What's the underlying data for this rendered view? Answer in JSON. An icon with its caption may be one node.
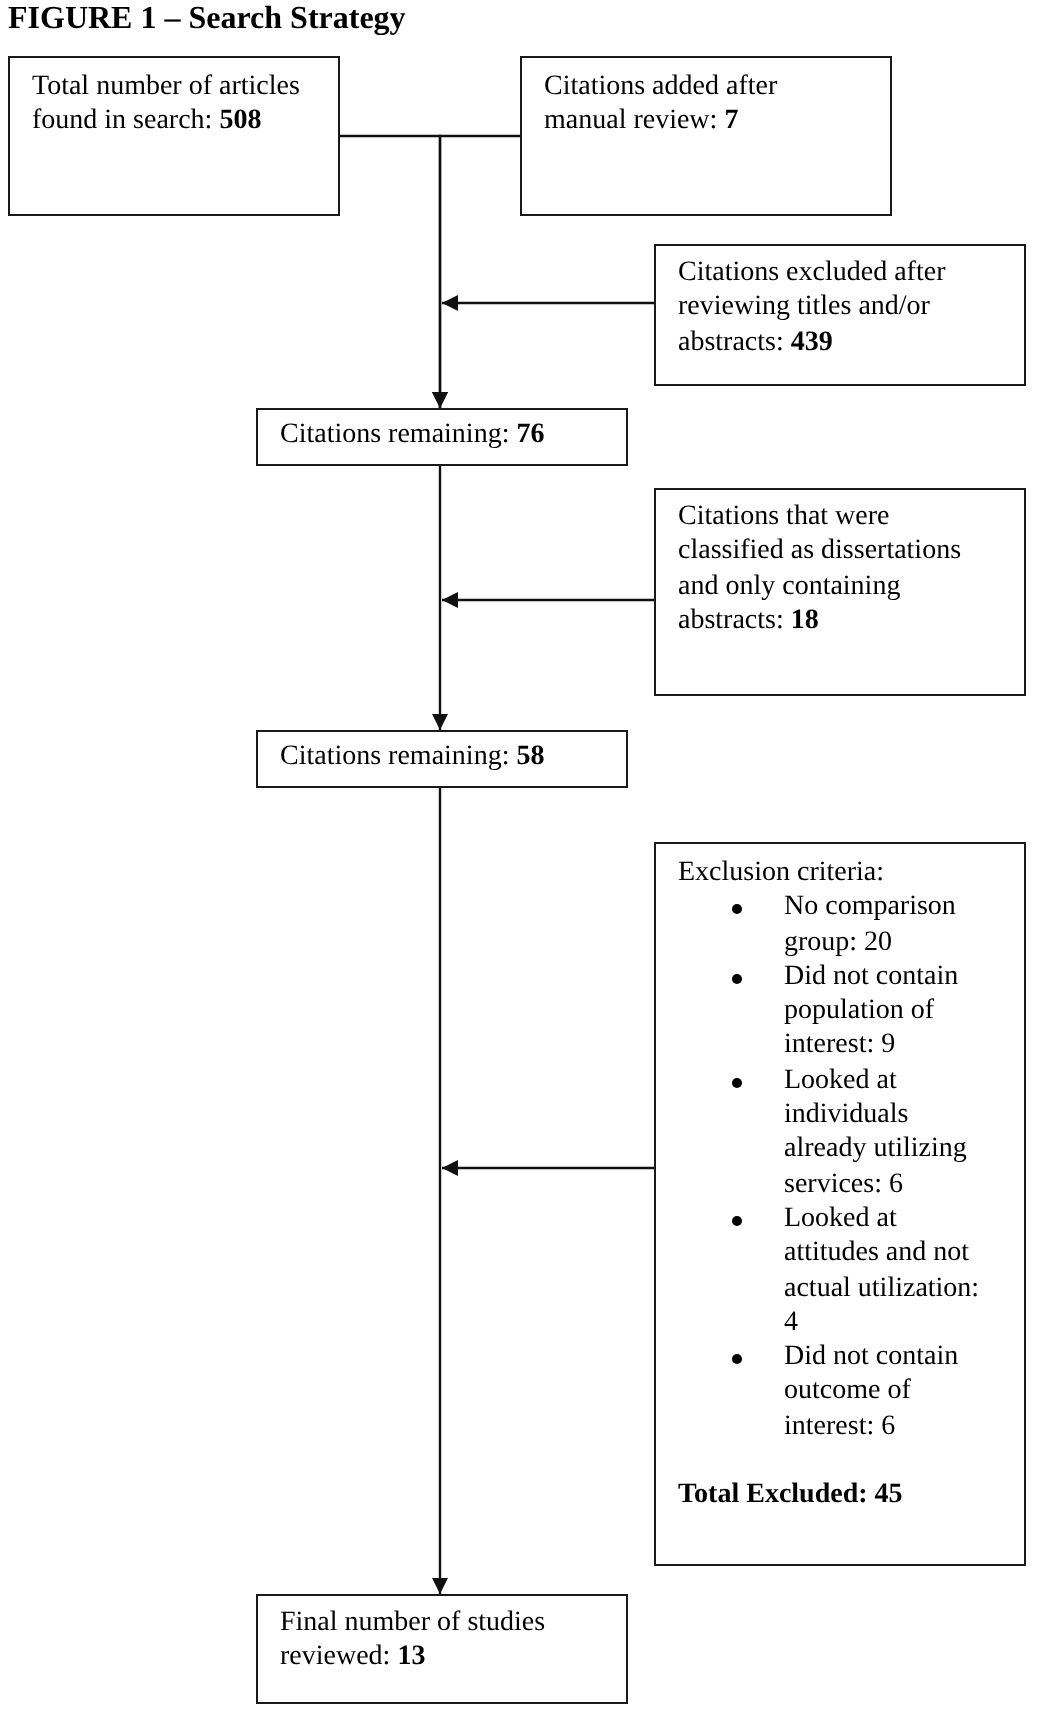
{
  "diagram": {
    "title": "FIGURE 1 – Search Strategy",
    "nodes": [
      {
        "text": [
          "Total number of articles found in search: **508**"
        ]
      },
      {
        "text": [
          "Citations added after manual review: **7**"
        ]
      },
      {
        "text": [
          "Citations excluded after reviewing titles and/or abstracts: **439**"
        ]
      },
      {
        "text": [
          "Citations remaining: **76**"
        ]
      },
      {
        "text": [
          "Citations that were classified as dissertations and only containing abstracts: **18**"
        ]
      },
      {
        "text": [
          "Citations remaining: **58**"
        ]
      },
      {
        "text": [
          "Exclusion criteria:",
          "No comparison group: 20",
          "Did not contain population of interest: 9",
          "Looked at individuals already utilizing services: 6",
          "Looked at attitudes and not actual utilization: 4",
          "Did not contain outcome of interest: 6",
          "Total Excluded: 45"
        ]
      },
      {
        "text": [
          "Final number of studies reviewed: **13**"
        ]
      }
    ],
    "edges": [
      {
        "from": 0,
        "to": 3,
        "arrow": "to"
      },
      {
        "from": 1,
        "to": 3,
        "arrow": "to"
      },
      {
        "from": 2,
        "to": null,
        "arrow": "to"
      },
      {
        "from": 3,
        "to": 5,
        "arrow": "to"
      },
      {
        "from": 4,
        "to": null,
        "arrow": "to"
      },
      {
        "from": 5,
        "to": 7,
        "arrow": "to"
      },
      {
        "from": 6,
        "to": null,
        "arrow": "to"
      }
    ]
  }
}
